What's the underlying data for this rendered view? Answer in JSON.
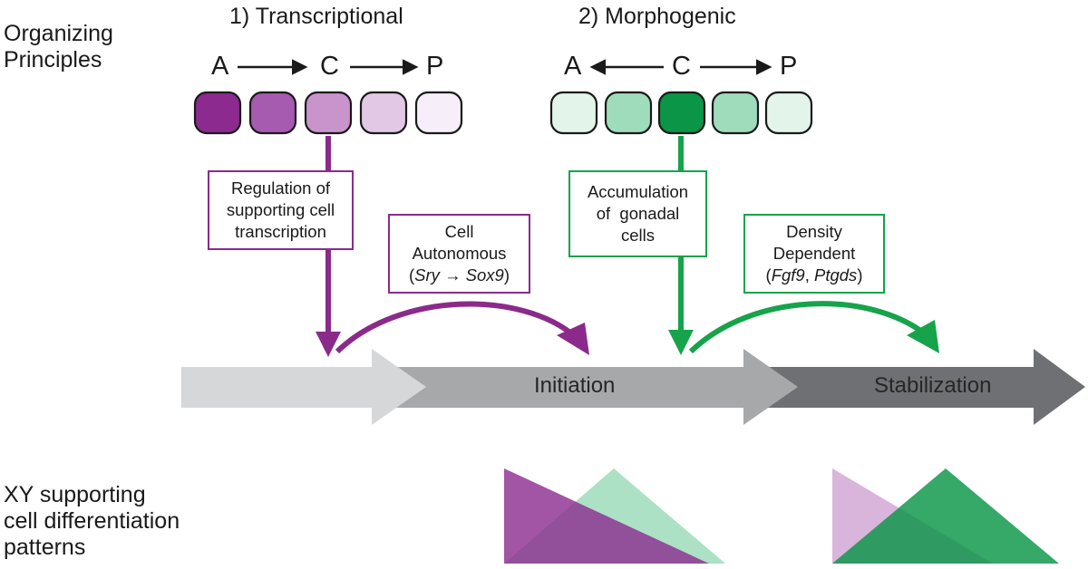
{
  "left_labels": {
    "organizing": [
      "Organizing",
      "Principles"
    ],
    "xy": [
      "XY supporting",
      "cell differentiation",
      "patterns"
    ]
  },
  "principles": [
    {
      "heading": "1) Transcriptional",
      "axis": {
        "a": "A",
        "c": "C",
        "p": "P"
      },
      "box": [
        "Regulation of",
        "supporting cell",
        "transcription"
      ],
      "mechanism": {
        "line1": "Cell",
        "line2": "Autonomous",
        "pre": "(",
        "gene1": "Sry",
        "arrow": " → ",
        "gene2": "Sox9",
        "post": ")"
      }
    },
    {
      "heading": "2) Morphogenic",
      "axis": {
        "a": "A",
        "c": "C",
        "p": "P"
      },
      "box": [
        "Accumulation",
        "of  gonadal",
        "cells"
      ],
      "mechanism": {
        "line1": "Density",
        "line2": "Dependent",
        "pre": "(",
        "gene1": "Fgf9",
        "arrow": ", ",
        "gene2": "Ptgds",
        "post": ")"
      }
    }
  ],
  "stages": [
    "Initiation",
    "Stabilization"
  ],
  "colors": {
    "purple": "#8b2a8b",
    "green": "#16a34a",
    "purple_cells": [
      "#8c2a8f",
      "#a65ab0",
      "#c994cc",
      "#e2c8e5",
      "#f6eef8"
    ],
    "green_cells": [
      "#e3f4ea",
      "#9fdcbc",
      "#0a9547",
      "#9fdcbc",
      "#e3f4ea"
    ],
    "stage_arrows": [
      "#d6d7d9",
      "#a7a8aa",
      "#6f7073"
    ]
  }
}
